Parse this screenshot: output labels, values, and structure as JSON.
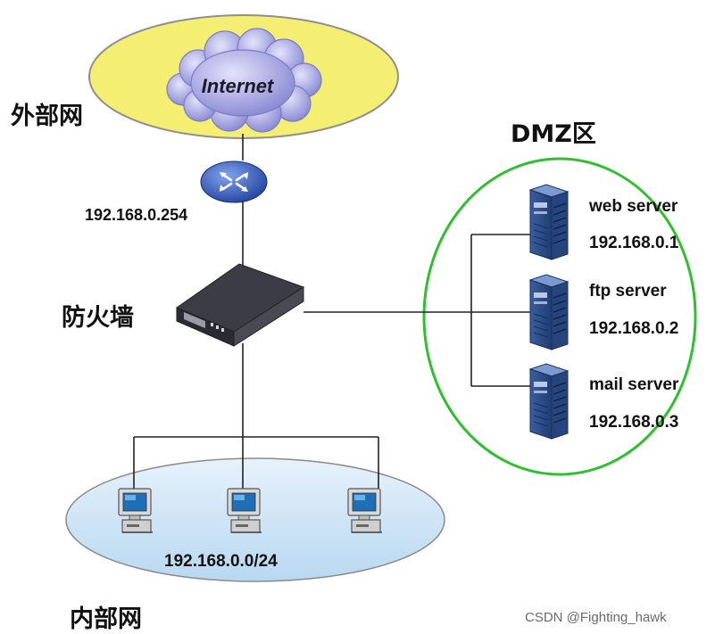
{
  "internet_label": "Internet",
  "zones": {
    "external": "外部网",
    "dmz": "DMZ区",
    "firewall": "防火墙",
    "internal": "内部网"
  },
  "router_ip": "192.168.0.254",
  "servers": [
    {
      "name": "web server",
      "ip": "192.168.0.1"
    },
    {
      "name": "ftp server",
      "ip": "192.168.0.2"
    },
    {
      "name": "mail server",
      "ip": "192.168.0.3"
    }
  ],
  "lan_subnet": "192.168.0.0/24",
  "watermark": "CSDN @Fighting_hawk",
  "colors": {
    "external_fill": "#f4ee72",
    "dmz_border": "#2ec02e",
    "internal_fill": "#cfe6f7",
    "router": "#3a63c4",
    "cloud": "#a9a9e6"
  }
}
